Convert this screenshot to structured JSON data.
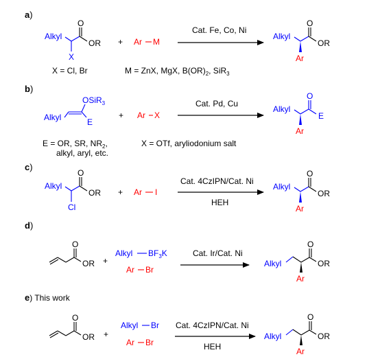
{
  "panels": {
    "a": {
      "letter": "a",
      "sm_alkyl": "Alkyl",
      "sm_o": "O",
      "sm_or": "OR",
      "sm_x": "X",
      "plus": "+",
      "reagent_ar": "Ar",
      "reagent_m": "M",
      "conditions": "Cat. Fe, Co, Ni",
      "pr_alkyl": "Alkyl",
      "pr_o": "O",
      "pr_or": "OR",
      "pr_ar": "Ar",
      "note_x": "X = Cl, Br",
      "note_m_pre": "M = ZnX, MgX, B(OR)",
      "note_m_sub2": "2",
      "note_m_mid": ", SiR",
      "note_m_sub3": "3"
    },
    "b": {
      "letter": "b",
      "sm_alkyl": "Alkyl",
      "sm_osi": "OSiR",
      "sm_osi_sub": "3",
      "sm_e": "E",
      "plus": "+",
      "reagent_ar": "Ar",
      "reagent_x": "X",
      "conditions": "Cat. Pd, Cu",
      "pr_alkyl": "Alkyl",
      "pr_o": "O",
      "pr_e": "E",
      "pr_ar": "Ar",
      "note_e_pre": "E = OR, SR, NR",
      "note_e_sub": "2",
      "note_e_post": ",",
      "note_e_line2": "alkyl, aryl, etc.",
      "note_x": "X = OTf, aryliodonium salt"
    },
    "c": {
      "letter": "c",
      "sm_alkyl": "Alkyl",
      "sm_o": "O",
      "sm_or": "OR",
      "sm_cl": "Cl",
      "plus": "+",
      "reagent_ar": "Ar",
      "reagent_i": "I",
      "conditions_top": "Cat. 4CzIPN/Cat. Ni",
      "conditions_bottom": "HEH",
      "pr_alkyl": "Alkyl",
      "pr_o": "O",
      "pr_or": "OR",
      "pr_ar": "Ar"
    },
    "d": {
      "letter": "d",
      "sm_o": "O",
      "sm_or": "OR",
      "plus": "+",
      "reagent_alkyl": "Alkyl",
      "reagent_bf": "BF",
      "reagent_bf_sub": "3",
      "reagent_k": "K",
      "reagent_ar": "Ar",
      "reagent_br": "Br",
      "conditions": "Cat. Ir/Cat. Ni",
      "pr_alkyl": "Alkyl",
      "pr_o": "O",
      "pr_or": "OR",
      "pr_ar": "Ar"
    },
    "e": {
      "letter": "e",
      "suffix": ") This work",
      "sm_o": "O",
      "sm_or": "OR",
      "plus": "+",
      "reagent_alkyl": "Alkyl",
      "reagent_br1": "Br",
      "reagent_ar": "Ar",
      "reagent_br2": "Br",
      "conditions_top": "Cat. 4CzIPN/Cat. Ni",
      "conditions_bottom": "HEH",
      "pr_alkyl": "Alkyl",
      "pr_o": "O",
      "pr_or": "OR",
      "pr_ar": "Ar"
    }
  },
  "colors": {
    "blue": "#0000ff",
    "red": "#ff0000",
    "black": "#000000"
  }
}
